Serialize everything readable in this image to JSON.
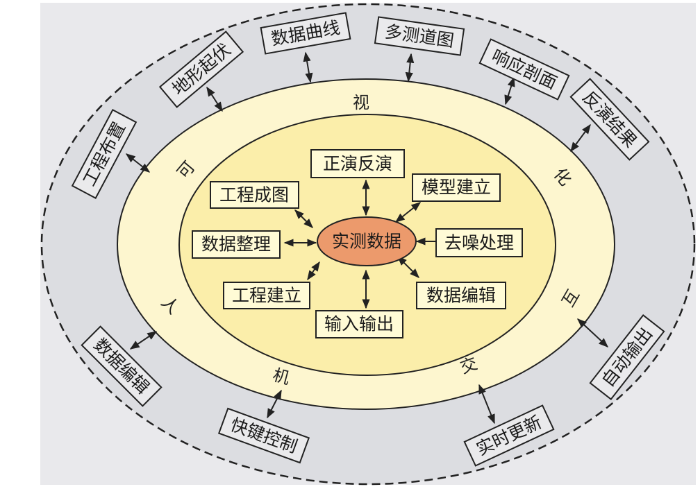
{
  "colors": {
    "background": "#e6e7ea",
    "outer_ring": "#dcdde1",
    "middle_ring": "#fdf6cf",
    "inner_area": "#fbeeaa",
    "center": "#ec9a6c"
  },
  "center": "实测数据",
  "ring_label": [
    "可",
    "视",
    "化",
    "互",
    "交",
    "机",
    "人"
  ],
  "inner_modules": [
    "正演反演",
    "模型建立",
    "去噪处理",
    "数据编辑",
    "输入输出",
    "工程建立",
    "数据整理",
    "工程成图"
  ],
  "outer_modules": [
    "工程布置",
    "地形起伏",
    "数据曲线",
    "多测道图",
    "响应剖面",
    "反演结果",
    "自动输出",
    "实时更新",
    "快键控制",
    "数据编辑"
  ]
}
